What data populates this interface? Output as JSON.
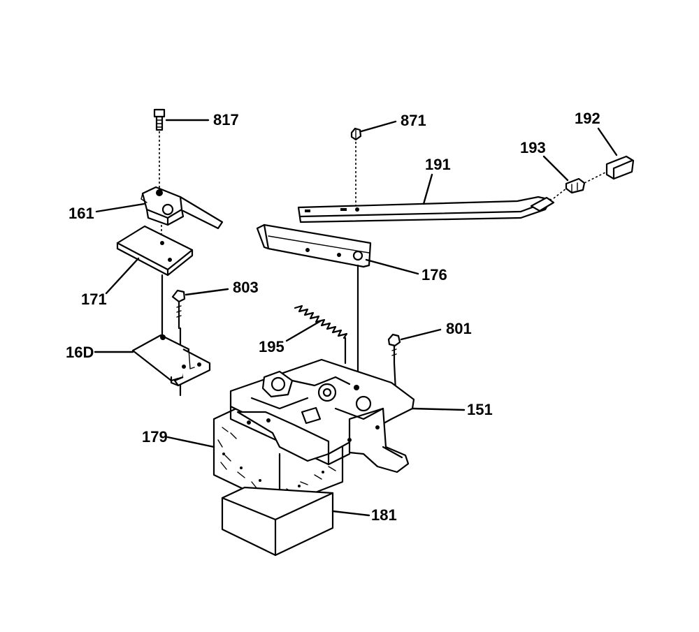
{
  "diagram": {
    "labels": {
      "p817": "817",
      "p871": "871",
      "p192": "192",
      "p193": "193",
      "p191": "191",
      "p161_top": "161",
      "p171": "171",
      "p176": "176",
      "p803": "803",
      "p801": "801",
      "p195": "195",
      "p160": "16D",
      "p151": "151",
      "p179": "179",
      "p181": "181"
    }
  }
}
